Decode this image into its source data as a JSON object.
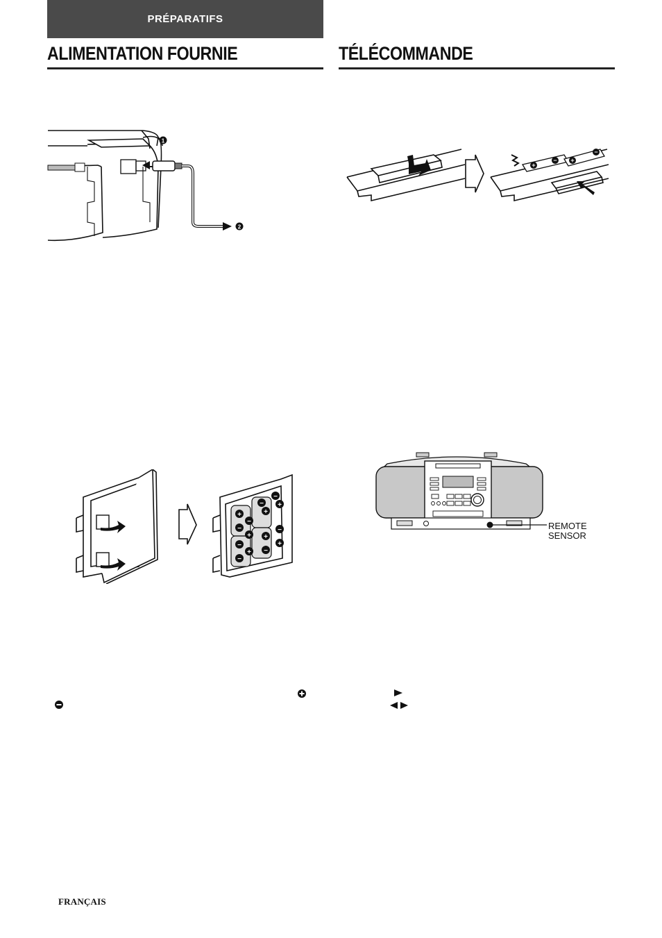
{
  "header": {
    "section_tab": "PRÉPARATIFS"
  },
  "left_column": {
    "title": "ALIMENTATION FOURNIE"
  },
  "right_column": {
    "title": "TÉLÉCOMMANDE",
    "sensor_label_line1": "REMOTE",
    "sensor_label_line2": "SENSOR"
  },
  "footer": {
    "language": "FRANÇAIS"
  },
  "callouts": [
    "1",
    "2"
  ]
}
